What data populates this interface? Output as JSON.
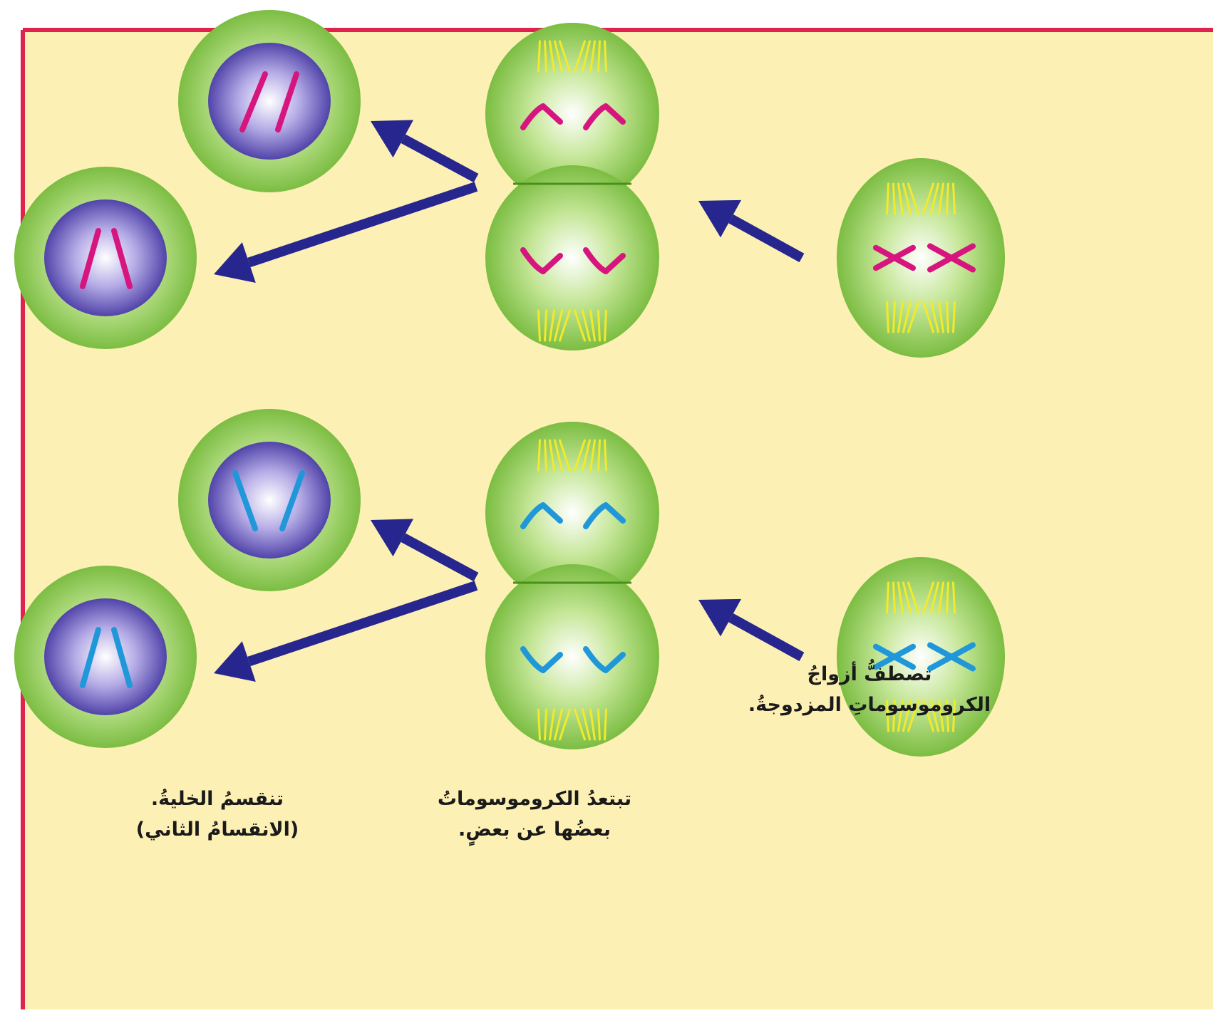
{
  "colors": {
    "background": "#fdf0b4",
    "frame": "#e0224f",
    "cell": "#7cc03a",
    "nucleus": "#4c3fb0",
    "arrow": "#26268e",
    "spindle": "#f2ea2c",
    "chromosomes_top": "#d6157f",
    "chromosomes_bottom": "#1f97d9"
  },
  "rows": [
    {
      "name": "top",
      "chromosome_color": "#d6157f"
    },
    {
      "name": "bottom",
      "chromosome_color": "#1f97d9"
    }
  ],
  "captions": {
    "align": {
      "line1": "تصطفُّ أزواجُ",
      "line2": "الكروموسوماتِ المزدوجةُ."
    },
    "separate": {
      "line1": "تبتعدُ الكروموسوماتُ",
      "line2": "بعضُها عن بعضٍ."
    },
    "divide": {
      "line1": "تنقسمُ الخليةُ.",
      "line2": "(الانقسامُ الثاني)"
    }
  }
}
